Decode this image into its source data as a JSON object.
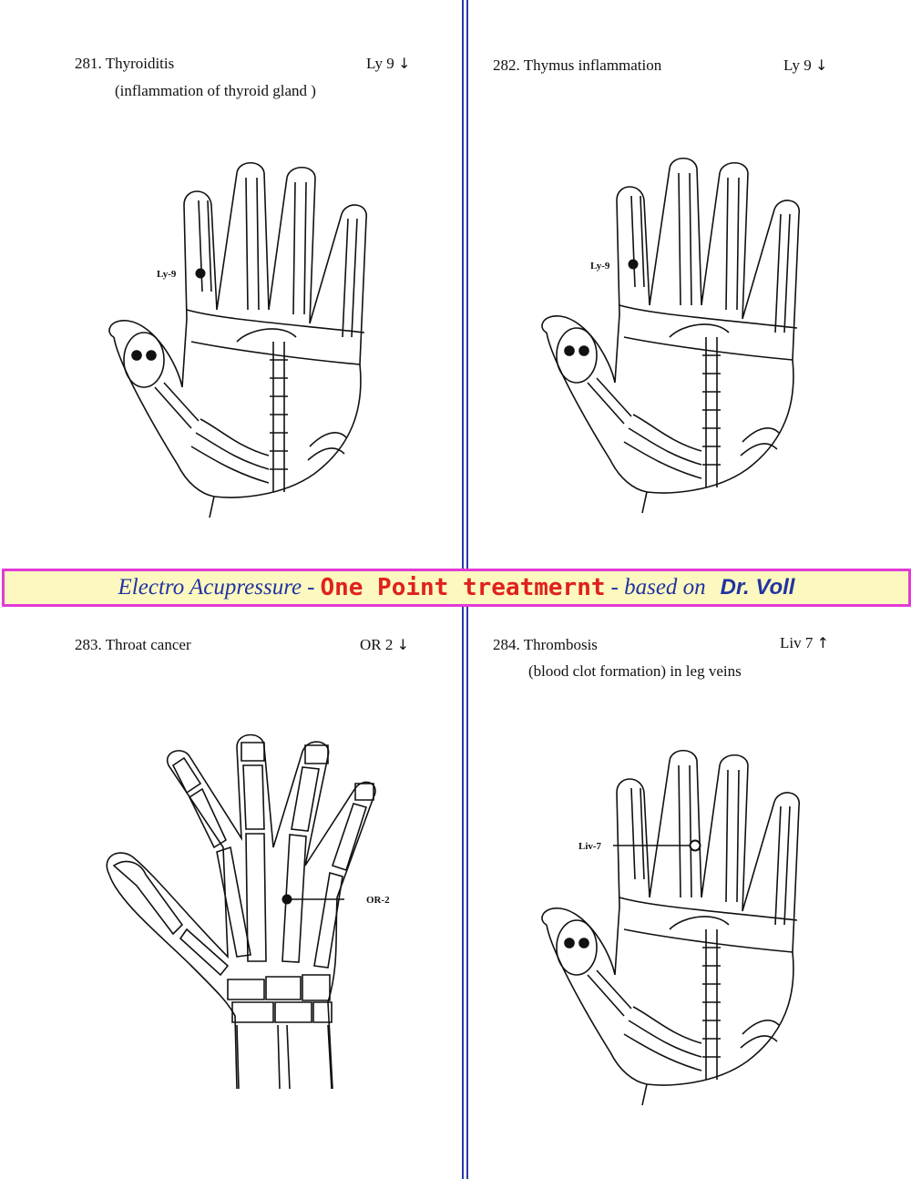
{
  "banner": {
    "part1": "Electro Acupressure",
    "sep1": "-",
    "part2": "One Point treatmernt",
    "sep2": "- based on",
    "part3": "Dr. Voll"
  },
  "panels": [
    {
      "number_title": "281. Thyroiditis",
      "subtitle": "(inflammation of thyroid gland )",
      "point": "Ly 9",
      "arrow": "↓",
      "diagram_label": "Ly-9"
    },
    {
      "number_title": "282. Thymus inflammation",
      "subtitle": "",
      "point": "Ly 9",
      "arrow": "↓",
      "diagram_label": "Ly-9"
    },
    {
      "number_title": "283. Throat cancer",
      "subtitle": "",
      "point": "OR 2",
      "arrow": "↓",
      "diagram_label": "OR-2"
    },
    {
      "number_title": "284. Thrombosis",
      "subtitle": "(blood clot formation) in leg veins",
      "point": "Liv 7",
      "arrow": "↑",
      "diagram_label": "Liv-7"
    }
  ],
  "colors": {
    "banner_bg": "#fdf8bf",
    "banner_border": "#e23bd6",
    "banner_blue": "#2133a3",
    "banner_red": "#e0211d",
    "divider_blue": "#2b3aa8"
  },
  "icons": [
    "hand-skeleton-diagram",
    "hand-bones-diagram",
    "acupoint-marker"
  ]
}
